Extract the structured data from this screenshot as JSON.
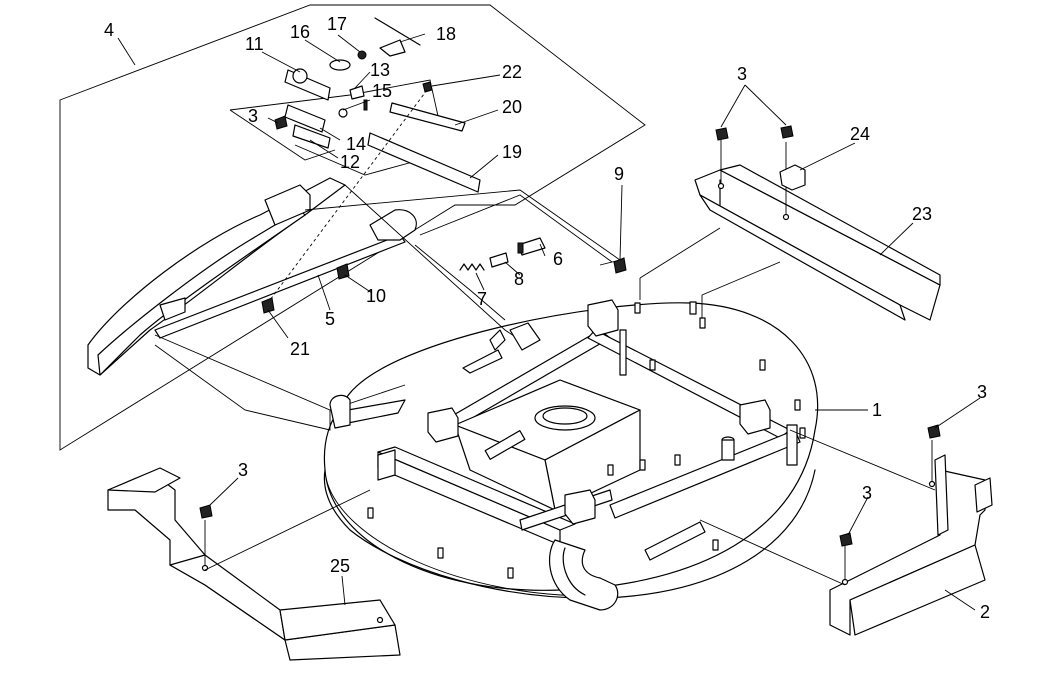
{
  "diagram": {
    "callouts": {
      "c1": "1",
      "c2": "2",
      "c3a": "3",
      "c3b": "3",
      "c3c": "3",
      "c3d": "3",
      "c3e": "3",
      "c4": "4",
      "c5": "5",
      "c6": "6",
      "c7": "7",
      "c8": "8",
      "c9": "9",
      "c10": "10",
      "c11": "11",
      "c12": "12",
      "c13": "13",
      "c14": "14",
      "c15": "15",
      "c16": "16",
      "c17": "17",
      "c18": "18",
      "c19": "19",
      "c20": "20",
      "c21": "21",
      "c22": "22",
      "c23": "23",
      "c24": "24",
      "c25": "25"
    }
  }
}
